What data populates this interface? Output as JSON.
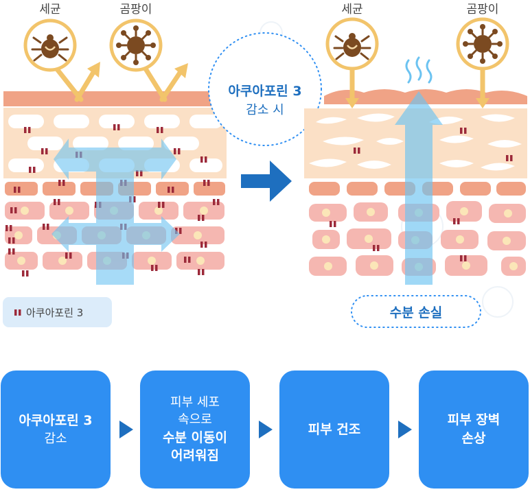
{
  "labels": {
    "bacteria": "세균",
    "mold": "곰팡이"
  },
  "center_bubble": {
    "line1": "아쿠아포린 3",
    "line2": "감소 시"
  },
  "legend": {
    "label": "아쿠아포린 3"
  },
  "water_loss": "수분 손실",
  "flow": [
    {
      "lines": [
        {
          "text": "아쿠아포린 3",
          "bold": true
        },
        {
          "text": "감소",
          "bold": false
        }
      ]
    },
    {
      "lines": [
        {
          "text": "피부 세포",
          "bold": false
        },
        {
          "text": "속으로",
          "bold": false
        },
        {
          "text": "수분 이동이",
          "bold": true
        },
        {
          "text": "어려워짐",
          "bold": true
        }
      ]
    },
    {
      "lines": [
        {
          "text": "피부 건조",
          "bold": true
        }
      ]
    },
    {
      "lines": [
        {
          "text": "피부 장벽",
          "bold": true
        },
        {
          "text": "손상",
          "bold": true
        }
      ]
    }
  ],
  "colors": {
    "accent_blue": "#2f8ff2",
    "dark_blue": "#1e6fbf",
    "pink_cell": "#f5b7b1",
    "peach_layer": "#fbe0c6",
    "salmon": "#f0a386",
    "marker": "#9c2a3a",
    "badge_ring": "#f2c46b",
    "bug": "#7b4a21"
  }
}
